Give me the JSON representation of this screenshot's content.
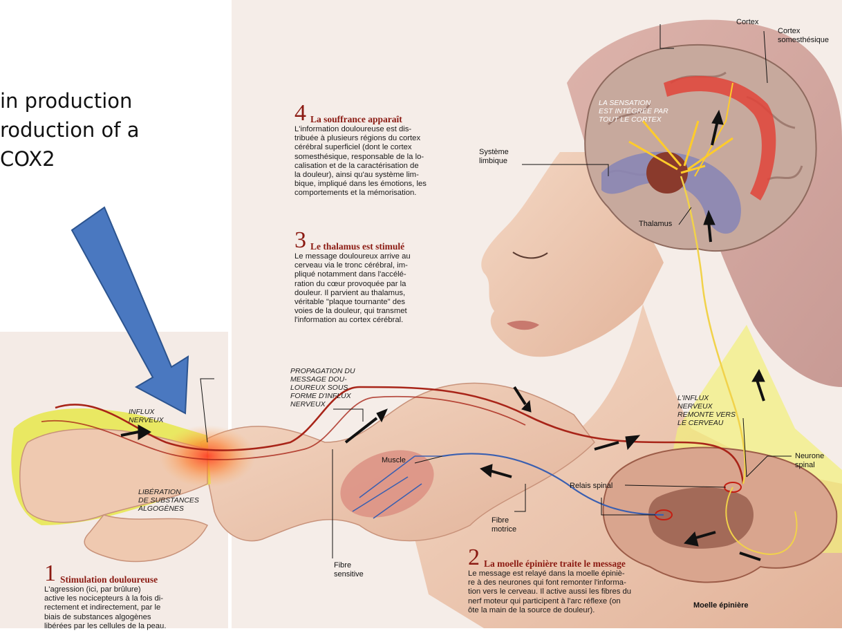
{
  "slide_text": {
    "line1": "in production",
    "line2": "roduction of a",
    "line3": "COX2"
  },
  "steps": {
    "s4": {
      "num": "4",
      "title": "La souffrance apparaît",
      "body": [
        "L'information douloureuse est dis-",
        "tribuée à plusieurs régions du cortex",
        "cérébral superficiel (dont le cortex",
        "somesthésique, responsable de la lo-",
        "calisation et de la caractérisation de",
        "la douleur), ainsi qu'au système lim-",
        "bique, impliqué dans les émotions, les",
        "comportements et la mémorisation."
      ]
    },
    "s3": {
      "num": "3",
      "title": "Le thalamus est stimulé",
      "body": [
        "Le message douloureux arrive au",
        "cerveau via le tronc cérébral, im-",
        "pliqué notamment dans l'accélé-",
        "ration du cœur provoquée par la",
        "douleur. Il parvient au thalamus,",
        "véritable \"plaque tournante\" des",
        "voies de la douleur, qui transmet",
        "l'information au cortex cérébral."
      ]
    },
    "s2": {
      "num": "2",
      "title": "La moelle épinière traite le message",
      "body": [
        "Le message est relayé dans la moelle épiniè-",
        "re à des neurones qui font remonter l'informa-",
        "tion vers le cerveau. Il active aussi les fibres du",
        "nerf moteur qui participent à l'arc réflexe (on",
        "ôte la main de la source de douleur)."
      ]
    },
    "s1": {
      "num": "1",
      "title": "Stimulation douloureuse",
      "body": [
        "L'agression (ici, par brûlure)",
        "active les nocicepteurs à la fois di-",
        "rectement et indirectement, par le",
        "biais de substances algogènes",
        "libérées par les cellules de la peau."
      ]
    }
  },
  "labels": {
    "cortex": "Cortex",
    "cortex_somesthesique": [
      "Cortex",
      "somesthésique"
    ],
    "systeme_limbique": [
      "Système",
      "limbique"
    ],
    "thalamus": "Thalamus",
    "sensation": [
      "LA SENSATION",
      "EST INTÉGRÉE PAR",
      "TOUT LE CORTEX"
    ],
    "propagation": [
      "PROPAGATION DU",
      "MESSAGE DOU-",
      "LOUREUX SOUS",
      "FORME D'INFLUX",
      "NERVEUX"
    ],
    "influx_nerveux": [
      "INFLUX",
      "NERVEUX"
    ],
    "liberation": [
      "LIBÉRATION",
      "DE SUBSTANCES",
      "ALGOGÈNES"
    ],
    "influx_remonte": [
      "L'INFLUX",
      "NERVEUX",
      "REMONTE VERS",
      "LE CERVEAU"
    ],
    "muscle": "Muscle",
    "neurone_spinal": [
      "Neurone",
      "spinal"
    ],
    "relais_spinal": "Relais spinal",
    "fibre_motrice": [
      "Fibre",
      "motrice"
    ],
    "fibre_sensitive": [
      "Fibre",
      "sensitive"
    ],
    "moelle_epiniere": "Moelle épinière"
  },
  "colors": {
    "arrow_blue": "#4a78c0",
    "highlight_yellow": "#e6e84a",
    "nerve_red": "#a82418",
    "motor_blue": "#3a5fb0",
    "skin": "#efc9b0",
    "brain": "#c9a99a"
  }
}
